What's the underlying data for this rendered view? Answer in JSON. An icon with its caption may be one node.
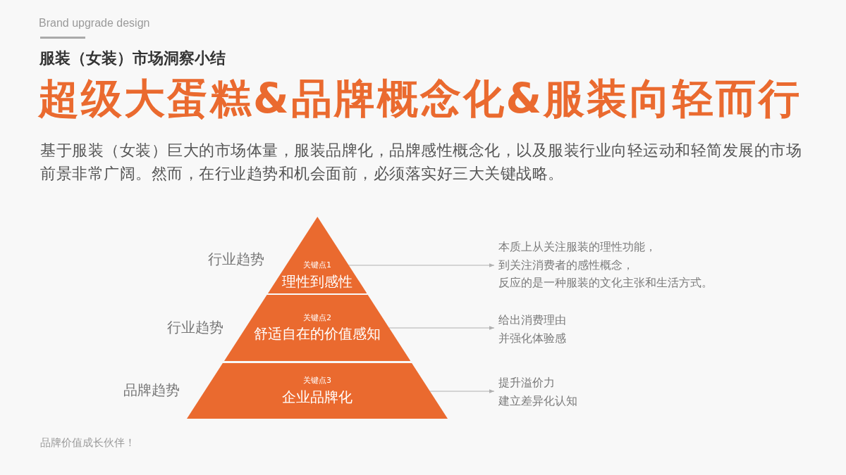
{
  "diagram": {
    "title": "超级大蛋糕&品牌概念化&服装向轻而行",
    "nodes": [
      {
        "text": [
          "关键点1",
          "理性到感性"
        ],
        "beside": [
          "行业趋势"
        ]
      },
      {
        "text": [
          "关键点2",
          "舒适自在的价值感知"
        ],
        "beside": [
          "行业趋势"
        ]
      },
      {
        "text": [
          "关键点3",
          "企业品牌化"
        ],
        "beside": [
          "品牌趋势"
        ]
      },
      {
        "text": [
          "本质上从关注服装的理性功能，到关注消费者的感性概念，反应的是一种服装的文化主张和生活方式。"
        ]
      },
      {
        "text": [
          "给出消费理由并强化体验感"
        ]
      },
      {
        "text": [
          "提升溢价力建立差异化认知"
        ]
      }
    ],
    "edges": [
      {
        "from": 0,
        "to": 3,
        "arrow": "to"
      },
      {
        "from": 1,
        "to": 4,
        "arrow": "to"
      },
      {
        "from": 2,
        "to": 5,
        "arrow": "to"
      }
    ],
    "labels": [
      "Brand upgrade design",
      "服装（女装）市场洞察小结",
      "基于服装（女装）巨大的市场体量，服装品牌化，品牌感性概念化，以及服装行业向轻运动和轻简发展的市场前景非常广阔。然而，在行业趋势和机会面前，必须落实好三大关键战略。",
      "品牌价值成长伙伴！"
    ]
  }
}
